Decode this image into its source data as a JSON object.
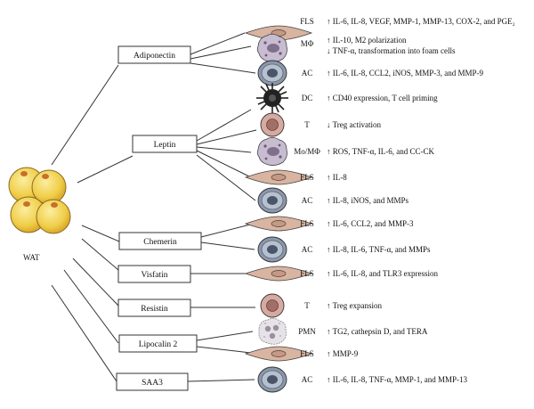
{
  "wat_label": "WAT",
  "adipokines": [
    {
      "name": "Adiponectin"
    },
    {
      "name": "Leptin"
    },
    {
      "name": "Chemerin"
    },
    {
      "name": "Visfatin"
    },
    {
      "name": "Resistin"
    },
    {
      "name": "Lipocalin 2"
    },
    {
      "name": "SAA3"
    }
  ],
  "targets": [
    {
      "cell": "FLS",
      "icon": "fibroblast-icon",
      "effect": "↑ IL-6, IL-8, VEGF, MMP-1, MMP-13, COX-2, and PGE₂"
    },
    {
      "cell": "MΦ",
      "icon": "macrophage-icon",
      "effect": "↑ IL-10, M2 polarization",
      "effect2": "↓ TNF-α, transformation into foam cells"
    },
    {
      "cell": "AC",
      "icon": "chondrocyte-icon",
      "effect": "↑ IL-6, IL-8, CCL2, iNOS, MMP-3, and MMP-9"
    },
    {
      "cell": "DC",
      "icon": "dendritic-cell-icon",
      "effect": "↑ CD40 expression, T cell priming"
    },
    {
      "cell": "T",
      "icon": "t-cell-icon",
      "effect": "↓ Treg activation"
    },
    {
      "cell": "Mo/MΦ",
      "icon": "macrophage-icon",
      "effect": "↑ ROS, TNF-α, IL-6, and CC-CK"
    },
    {
      "cell": "FLS",
      "icon": "fibroblast-icon",
      "effect": "↑ IL-8"
    },
    {
      "cell": "AC",
      "icon": "chondrocyte-icon",
      "effect": "↑ IL-8, iNOS, and MMPs"
    },
    {
      "cell": "FLS",
      "icon": "fibroblast-icon",
      "effect": "↑ IL-6, CCL2, and MMP-3"
    },
    {
      "cell": "AC",
      "icon": "chondrocyte-icon",
      "effect": "↑ IL-8, IL-6, TNF-α, and MMPs"
    },
    {
      "cell": "FLS",
      "icon": "fibroblast-icon",
      "effect": "↑ IL-6, IL-8, and TLR3 expression"
    },
    {
      "cell": "T",
      "icon": "t-cell-icon",
      "effect": "↑ Treg expansion"
    },
    {
      "cell": "PMN",
      "icon": "neutrophil-icon",
      "effect": "↑ TG2, cathepsin D, and TERA"
    },
    {
      "cell": "FLS",
      "icon": "fibroblast-icon",
      "effect": "↑ MMP-9"
    },
    {
      "cell": "AC",
      "icon": "chondrocyte-icon",
      "effect": "↑ IL-6, IL-8, TNF-α, MMP-1, and MMP-13"
    }
  ],
  "colors": {
    "fibroblast_fill": "#d9b4a0",
    "macrophage_fill": "#c7bcd0",
    "chondrocyte_fill": "#8a98ac",
    "t_cell_fill": "#d8a9a0",
    "fat_cell_fill": "#f2d14e",
    "fat_cell_spot": "#c8702a",
    "line": "#333333"
  }
}
